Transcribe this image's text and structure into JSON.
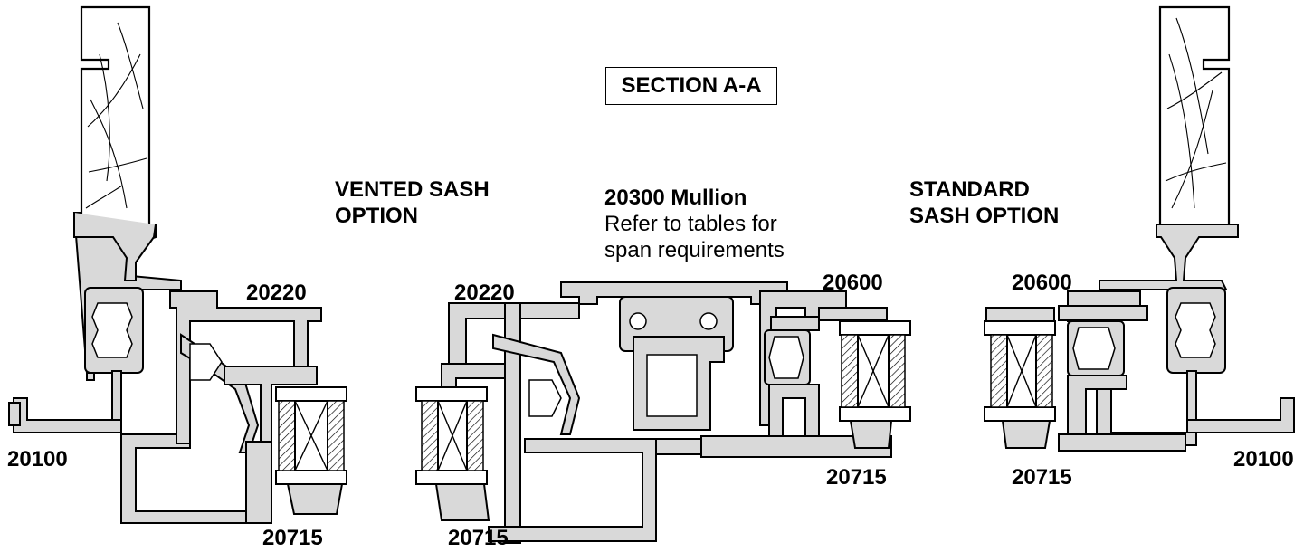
{
  "title": "SECTION A-A",
  "labels": {
    "vented_sash": [
      "VENTED SASH",
      "OPTION"
    ],
    "standard_sash": [
      "STANDARD",
      "SASH OPTION"
    ],
    "mullion_title": "20300 Mullion",
    "mullion_note": [
      "Refer to tables for",
      "span requirements"
    ],
    "left_20220": "20220",
    "center_20220": "20220",
    "center_20600": "20600",
    "right_20600": "20600",
    "left_20100": "20100",
    "right_20100": "20100",
    "left_20715": "20715",
    "center_left_20715": "20715",
    "center_right_20715": "20715",
    "right_20715": "20715"
  }
}
